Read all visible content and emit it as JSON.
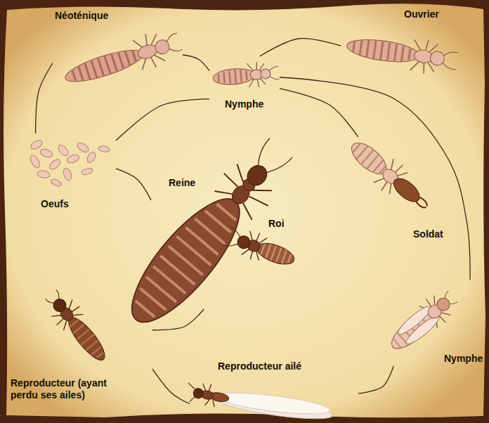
{
  "diagram": {
    "nodes": [
      {
        "text": [
          "Néoténique"
        ]
      },
      {
        "text": [
          "Ouvrier"
        ]
      },
      {
        "text": [
          "Nymphe"
        ]
      },
      {
        "text": [
          "Oeufs"
        ]
      },
      {
        "text": [
          "Soldat"
        ]
      },
      {
        "text": [
          "Reine"
        ]
      },
      {
        "text": [
          "Roi"
        ]
      },
      {
        "text": [
          "Reproducteur (ayant perdu ses ailes)"
        ]
      },
      {
        "text": [
          "Nymphe"
        ]
      },
      {
        "text": [
          "Reproducteur ailé"
        ]
      }
    ],
    "edges": [
      {
        "from": 0,
        "to": 2,
        "arrow": "none"
      },
      {
        "from": 2,
        "to": 1,
        "arrow": "none"
      },
      {
        "from": 3,
        "to": 0,
        "arrow": "none"
      },
      {
        "from": 3,
        "to": 2,
        "arrow": "none"
      },
      {
        "from": 2,
        "to": 4,
        "arrow": "none"
      },
      {
        "from": 2,
        "to": 8,
        "arrow": "none"
      },
      {
        "from": 8,
        "to": 9,
        "arrow": "none"
      },
      {
        "from": 9,
        "to": 7,
        "arrow": "none"
      },
      {
        "from": 7,
        "to": 5,
        "arrow": "none"
      },
      {
        "from": 3,
        "to": 5,
        "arrow": "none"
      }
    ]
  }
}
